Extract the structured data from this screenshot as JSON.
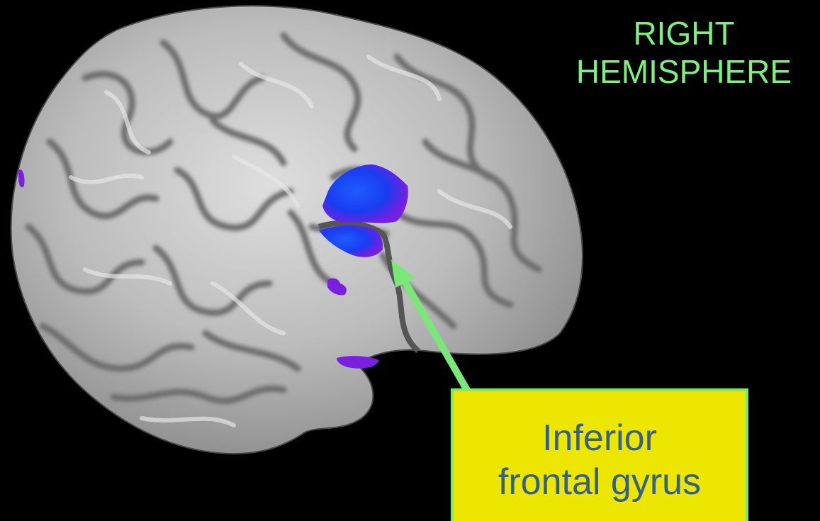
{
  "title": {
    "line1": "RIGHT",
    "line2": "HEMISPHERE",
    "color": "#7df07d"
  },
  "callout": {
    "line1": "Inferior",
    "line2": "frontal gyrus",
    "box_color": "#ede600",
    "text_color": "#34608a",
    "border_color": "#79e879"
  },
  "colors": {
    "background": "#000000",
    "cortex": "#bdbdbd",
    "sulcus_shadow": "#6a6a6a",
    "activation_core": "#1a3cf0",
    "activation_edge": "#7a1ee0",
    "arrow": "#79e879"
  }
}
